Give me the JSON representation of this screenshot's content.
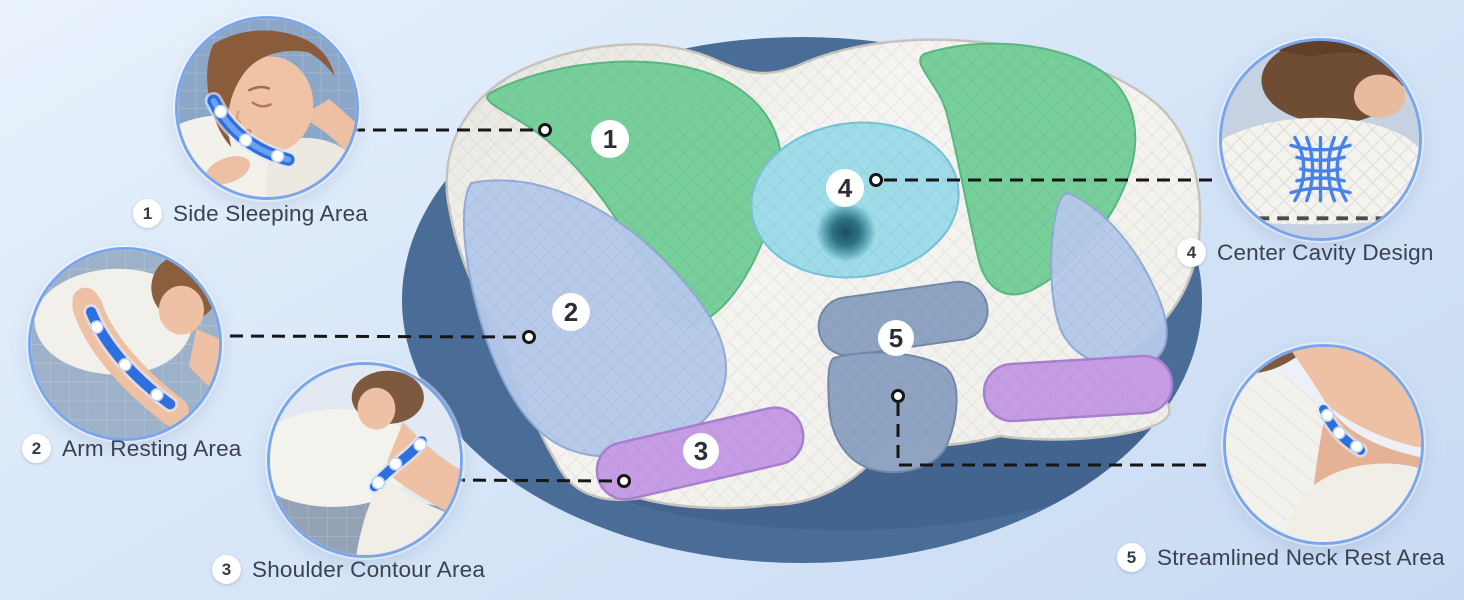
{
  "callouts": [
    {
      "num": "1",
      "label": "Side Sleeping Area",
      "photo_alt": "woman sleeping on her side, blue support curve along cheek"
    },
    {
      "num": "2",
      "label": "Arm Resting Area",
      "photo_alt": "arm resting in pillow notch, blue line along arm"
    },
    {
      "num": "3",
      "label": "Shoulder Contour Area",
      "photo_alt": "shoulder fitted against pillow contour, blue curve markers"
    },
    {
      "num": "4",
      "label": "Center Cavity Design",
      "photo_alt": "back sleeper head on pillow with blue mesh cavity graphic"
    },
    {
      "num": "5",
      "label": "Streamlined Neck Rest Area",
      "photo_alt": "neck supported by pillow edge, blue curve markers"
    }
  ],
  "zone_colors": {
    "green": "#72ce96",
    "periwinkle": "#b5c9ea",
    "purple": "#c69de4",
    "cyan": "#9edce9",
    "slate": "#8fa4c2"
  },
  "colors": {
    "ellipse": "#4a6d98",
    "leader": "#161616",
    "label_text": "#3b4150",
    "badge_bg": "#ffffff",
    "pillow_base": "#f2f1ed"
  }
}
